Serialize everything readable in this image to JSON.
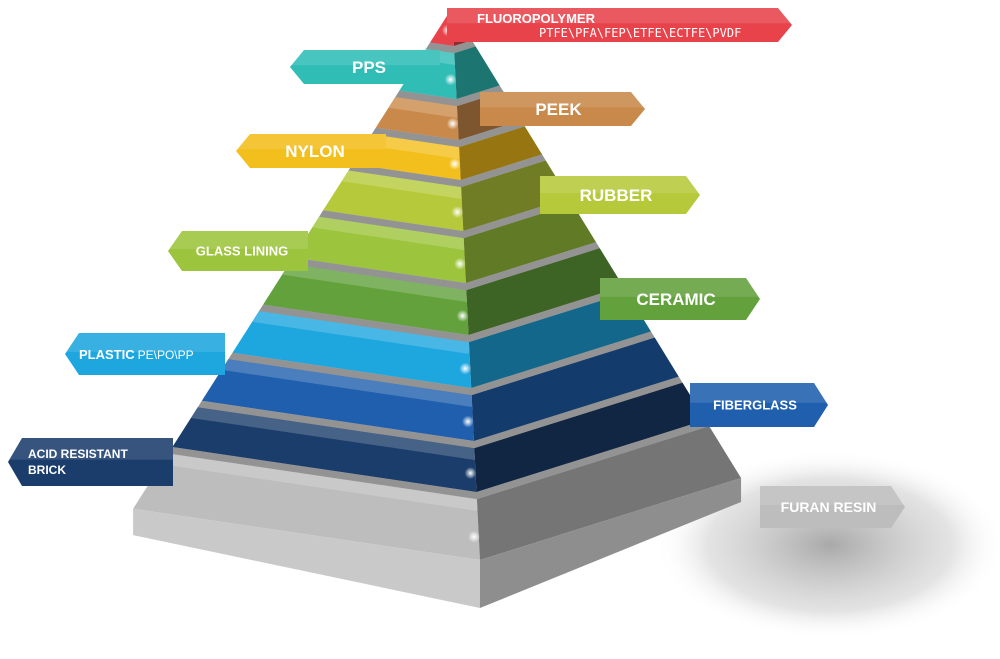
{
  "diagram": {
    "layers": [
      {
        "id": "fluoropolymer",
        "label": "FLUOROPOLYMER",
        "sublabel": "PTFE\\PFA\\FEP\\ETFE\\ECTFE\\PVDF",
        "color": "#e8434b",
        "side": "right"
      },
      {
        "id": "pps",
        "label": "PPS",
        "color": "#2fbdb6",
        "side": "left"
      },
      {
        "id": "peek",
        "label": "PEEK",
        "color": "#c9894a",
        "side": "right"
      },
      {
        "id": "nylon",
        "label": "NYLON",
        "color": "#f3bf1c",
        "side": "left"
      },
      {
        "id": "rubber",
        "label": "RUBBER",
        "color": "#b6c93a",
        "side": "right"
      },
      {
        "id": "glass-lining",
        "label": "GLASS LINING",
        "color": "#9cc43c",
        "side": "left"
      },
      {
        "id": "ceramic",
        "label": "CERAMIC",
        "color": "#62a13c",
        "side": "right"
      },
      {
        "id": "plastic",
        "label": "PLASTIC",
        "sublabel": "PE\\PO\\PP",
        "color": "#1ea6df",
        "side": "left"
      },
      {
        "id": "fiberglass",
        "label": "FIBERGLASS",
        "color": "#1f5fae",
        "side": "right"
      },
      {
        "id": "acid-resistant-brick",
        "label": "ACID RESISTANT",
        "label2": "BRICK",
        "color": "#1b3d6b",
        "side": "left"
      },
      {
        "id": "furan-resin",
        "label": "FURAN RESIN",
        "color": "#bdbdbd",
        "side": "right"
      }
    ]
  }
}
